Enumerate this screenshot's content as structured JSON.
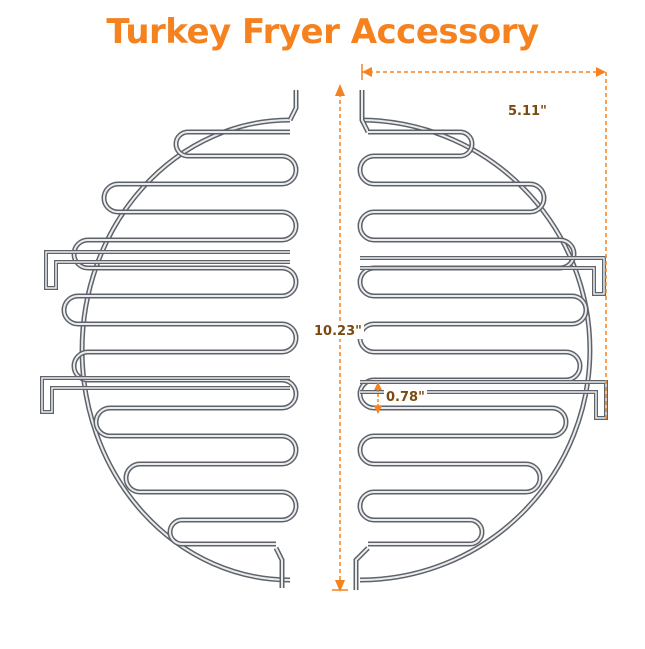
{
  "title": "Turkey Fryer Accessory",
  "dimensions": {
    "width": "5.11\"",
    "height": "10.23\"",
    "spacing": "0.78\""
  },
  "colors": {
    "accent": "#F5821F",
    "label": "#7a4a10",
    "metal_dark": "#5f6369",
    "metal_light": "#e9ecef"
  }
}
